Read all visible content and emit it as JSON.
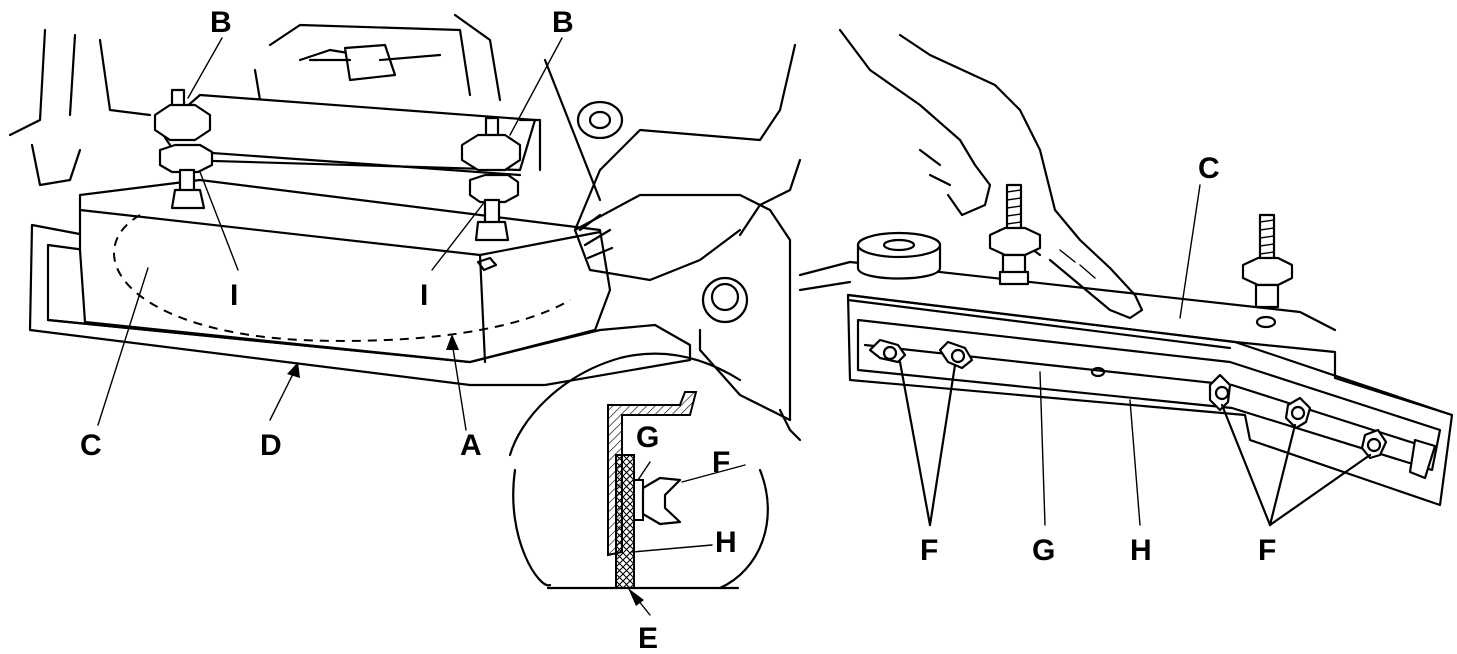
{
  "figure": {
    "left_view_labels": {
      "b_left": "B",
      "b_right": "B",
      "i_left": "I",
      "i_right": "I",
      "c": "C",
      "d": "D",
      "a": "A"
    },
    "detail_labels": {
      "g": "G",
      "f": "F",
      "h": "H",
      "e": "E"
    },
    "right_view_labels": {
      "c": "C",
      "f_left": "F",
      "g": "G",
      "h": "H",
      "f_right": "F"
    }
  }
}
